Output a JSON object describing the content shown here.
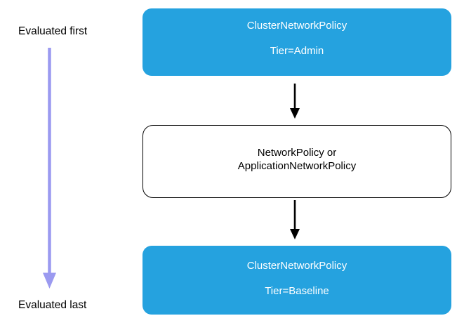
{
  "colors": {
    "background": "#ffffff",
    "node_fill": "#25A2DF",
    "node_text": "#ffffff",
    "outline_node_fill": "#ffffff",
    "outline_node_border": "#000000",
    "outline_node_text": "#000000",
    "flow_arrow": "#000000",
    "eval_arrow": "#9B9AF0",
    "label_text": "#000000"
  },
  "evaluation_axis": {
    "top_label": "Evaluated first",
    "bottom_label": "Evaluated last"
  },
  "nodes": [
    {
      "line1": "ClusterNetworkPolicy",
      "line2": "Tier=Admin",
      "style": "blue-filled"
    },
    {
      "line1": "NetworkPolicy or",
      "line2": "ApplicationNetworkPolicy",
      "style": "white-outlined"
    },
    {
      "line1": "ClusterNetworkPolicy",
      "line2": "Tier=Baseline",
      "style": "blue-filled"
    }
  ]
}
